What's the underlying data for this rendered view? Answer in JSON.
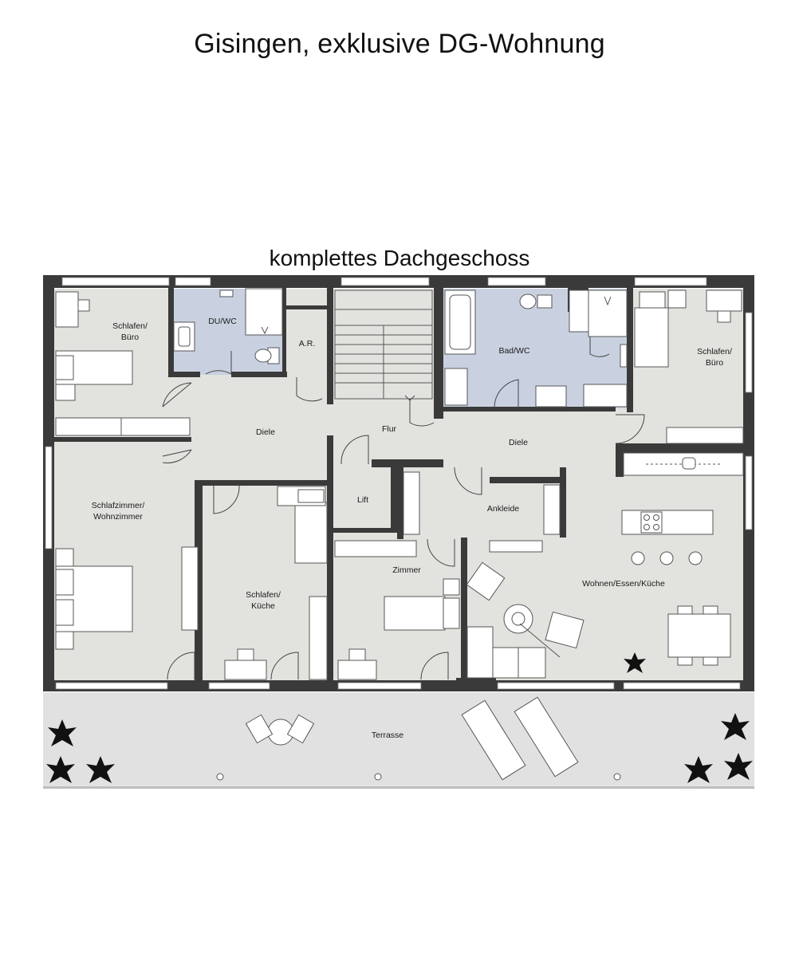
{
  "title": "Gisingen, exklusive DG-Wohnung",
  "subtitle": "komplettes Dachgeschoss",
  "rooms": {
    "schlafen_buero_left_1": "Schlafen/",
    "schlafen_buero_left_2": "Büro",
    "du_wc": "DU/WC",
    "ar": "A.R.",
    "bad_wc": "Bad/WC",
    "schlafen_buero_right_1": "Schlafen/",
    "schlafen_buero_right_2": "Büro",
    "diele_left": "Diele",
    "flur": "Flur",
    "diele_right": "Diele",
    "schlafzimmer_1": "Schlafzimmer/",
    "schlafzimmer_2": "Wohnzimmer",
    "lift": "Lift",
    "ankleide": "Ankleide",
    "zimmer": "Zimmer",
    "schlafen_kueche_1": "Schlafen/",
    "schlafen_kueche_2": "Küche",
    "wohnen": "Wohnen/Essen/Küche",
    "terrasse": "Terrasse"
  },
  "icons": {
    "plant": "potted-plant-icon",
    "bed": "bed-icon",
    "toilet": "toilet-icon",
    "stove": "cooktop-icon"
  }
}
